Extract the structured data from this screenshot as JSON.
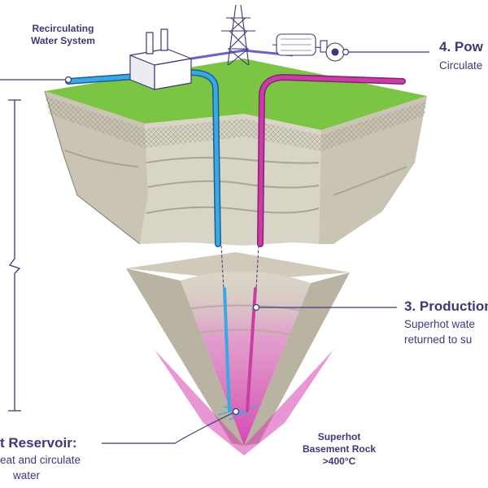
{
  "labels": {
    "recirculating": [
      "Recirculating",
      "Water System"
    ],
    "power": {
      "title": "4. Pow",
      "desc": [
        "Circulate"
      ]
    },
    "production": {
      "title": "3. Production",
      "desc": [
        "Superhot wate",
        "returned to su"
      ]
    },
    "reservoir": {
      "title": "t Reservoir:",
      "desc": [
        "eat and circulate",
        "water"
      ]
    },
    "basement": [
      "Superhot",
      "Basement Rock",
      ">400°C"
    ]
  },
  "colors": {
    "navy_text": "#3b3a78",
    "cold_pipe": "#3aa9e0",
    "hot_pipe": "#c93ea5",
    "grass": "#7cc443",
    "rock": "#d3cfbf",
    "rock_dark": "#b3ad9c",
    "magma": "#d63fb2"
  },
  "icons": [
    "pylon-icon",
    "turbine-generator-icon",
    "cooling-plant-icon"
  ]
}
